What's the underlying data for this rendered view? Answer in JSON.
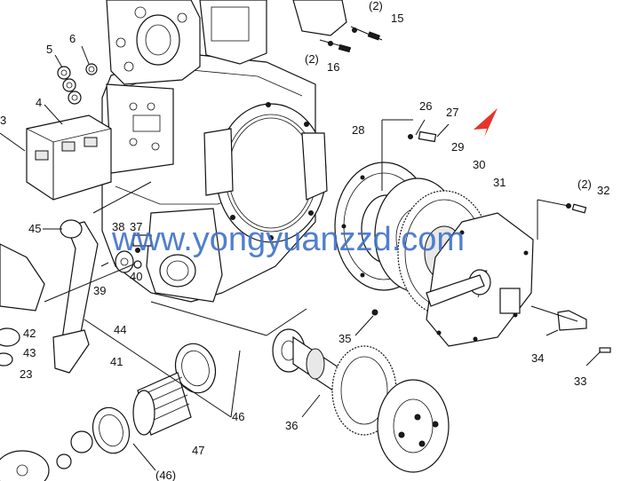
{
  "diagram": {
    "watermark": "www.yongyuanzzd.com",
    "arrow_color": "#e8332a",
    "callouts": {
      "c2a": "(2)",
      "c15": "15",
      "c2b": "(2)",
      "c16": "16",
      "c6": "6",
      "c5": "5",
      "c4": "4",
      "c3": "3",
      "c26": "26",
      "c27": "27",
      "c28": "28",
      "c29": "29",
      "c30": "30",
      "c31": "31",
      "c2c": "(2)",
      "c32": "32",
      "c45": "45",
      "c38": "38",
      "c37": "37",
      "c39": "39",
      "c40": "40",
      "c44": "44",
      "c42": "42",
      "c43": "43",
      "c41": "41",
      "c23": "23",
      "c35": "35",
      "c34": "34",
      "c33": "33",
      "c36": "36",
      "c46": "46",
      "c47": "47",
      "c46b": "(46)"
    }
  }
}
